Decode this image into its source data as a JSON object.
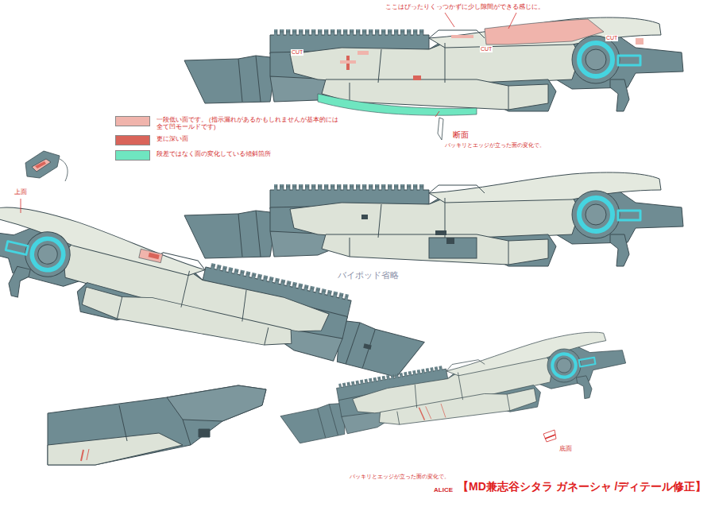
{
  "diagram": {
    "title": "【MD兼志谷シタラ ガネーシャ /ディテール修正】",
    "labels": [
      "ここはぴったりくっつかずに少し隙間ができる感じに。",
      "CUT",
      "CUT",
      "CUT",
      "断面",
      "パッキリとエッジが立った面の変化で。",
      "上面",
      "バイポッド省略",
      "底面",
      "パッキリとエッジが立った面の変化で。",
      "ALICE"
    ],
    "legend": [
      {
        "text": "一段低い面です。 (指示漏れがあるかもしれませんが基本的には全て凹モールドです)",
        "color": "#f0b4ac"
      },
      {
        "text": "更に深い面",
        "color": "#d9645a"
      },
      {
        "text": "段差ではなく面の変化している傾斜箇所",
        "color": "#6fe6c0"
      }
    ]
  }
}
